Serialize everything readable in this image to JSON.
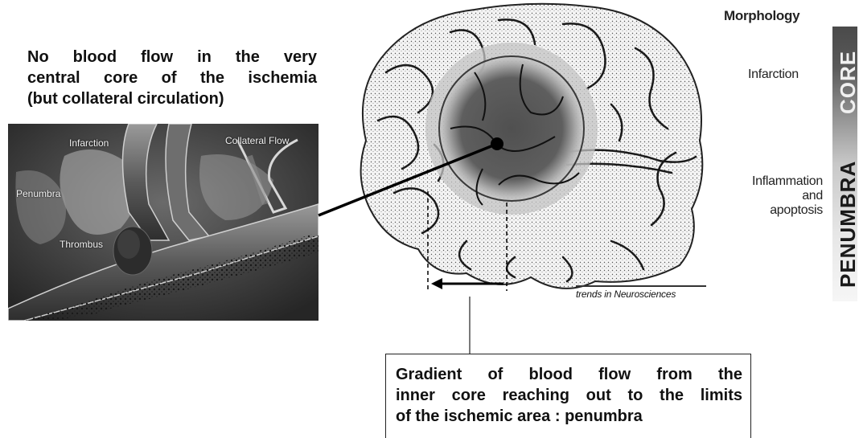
{
  "top_caption": {
    "line1": "No blood flow in the very",
    "line2": "central core of the ischemia",
    "line3": "(but collateral circulation)"
  },
  "panel_labels": {
    "infarction": "Infarction",
    "collateral": "Collateral Flow",
    "penumbra": "Penumbra",
    "thrombus": "Thrombus"
  },
  "right_labels": {
    "morphology": "Morphology",
    "infarction": "Infarction",
    "inflammation_line1": "Inflammation",
    "inflammation_line2": "and",
    "inflammation_line3": "apoptosis"
  },
  "side_bar": {
    "core": "CORE",
    "penumbra": "PENUMBRA"
  },
  "journal": "trends in Neurosciences",
  "bottom_caption": {
    "line1": "Gradient of blood flow from the",
    "line2": "inner core reaching out to the limits",
    "line3": "of the ischemic area : penumbra"
  }
}
